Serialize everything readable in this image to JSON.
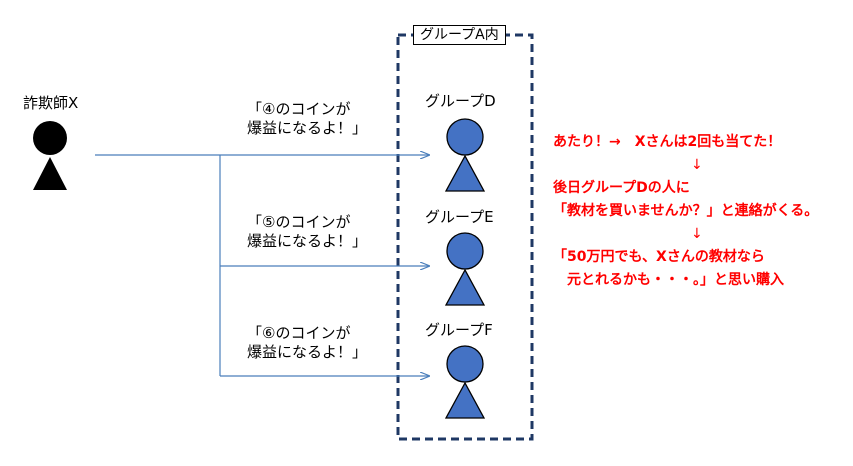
{
  "colors": {
    "person_fraud": "#000000",
    "person_group": "#4472c4",
    "arrow": "#4a7ebb",
    "box_border": "#1f3864",
    "highlight": "#ff0000"
  },
  "box_label": "グループA内",
  "fraudster": {
    "label": "詐欺師X",
    "icon": "person-icon"
  },
  "messages": [
    {
      "line1": "「④のコインが",
      "line2": "爆益になるよ！」"
    },
    {
      "line1": "「⑤のコインが",
      "line2": "爆益になるよ！」"
    },
    {
      "line1": "「⑥のコインが",
      "line2": "爆益になるよ！」"
    }
  ],
  "groups": [
    {
      "label": "グループD",
      "icon": "person-icon"
    },
    {
      "label": "グループE",
      "icon": "person-icon"
    },
    {
      "label": "グループF",
      "icon": "person-icon"
    }
  ],
  "result_lines": [
    "あたり！→　Xさんは2回も当てた！",
    "↓",
    "後日グループDの人に",
    "「教材を買いませんか？」と連絡がくる。",
    "↓",
    "「50万円でも、Xさんの教材なら",
    "　元とれるかも・・・。」と思い購入"
  ]
}
